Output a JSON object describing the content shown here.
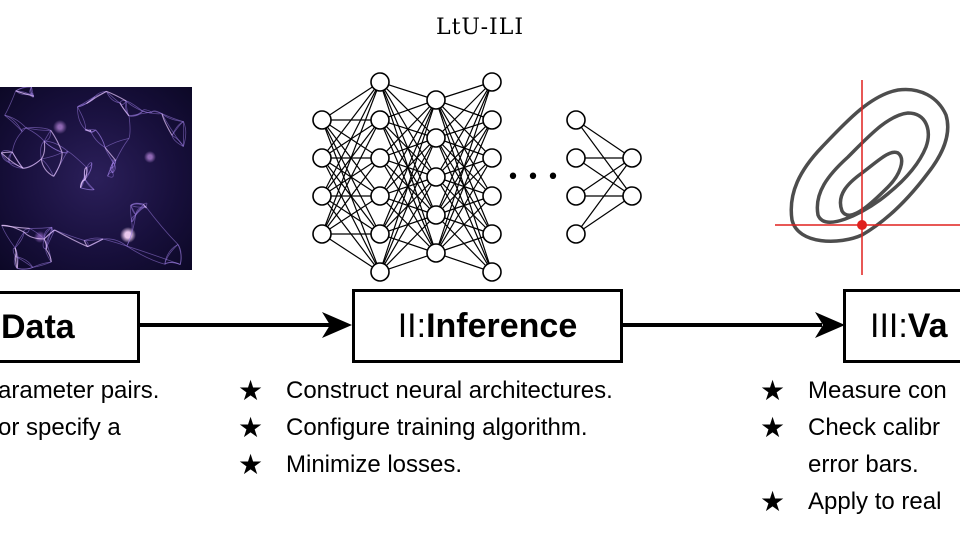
{
  "title": "LtU-ILI",
  "stages": [
    {
      "prefix": "",
      "bold": "Data"
    },
    {
      "prefix": "II: ",
      "bold": "Inference"
    },
    {
      "prefix": "III: ",
      "bold": "Va"
    }
  ],
  "bullets": {
    "data": [
      "arameter pairs.",
      "or specify a"
    ],
    "inference": [
      {
        "star": "★",
        "text": "Construct neural architectures."
      },
      {
        "star": "★",
        "text": "Configure training algorithm."
      },
      {
        "star": "★",
        "text": "Minimize losses."
      }
    ],
    "validation": [
      {
        "star": "★",
        "text": "Measure con"
      },
      {
        "star": "★",
        "text": "Check calibr"
      },
      {
        "star": "",
        "text": "error bars."
      },
      {
        "star": "★",
        "text": "Apply to real"
      }
    ]
  },
  "network": {
    "ellipsis": "• • •"
  },
  "colors": {
    "stroke": "#000000",
    "contour": "#4d4d4d",
    "crosshair": "#e0201e"
  }
}
